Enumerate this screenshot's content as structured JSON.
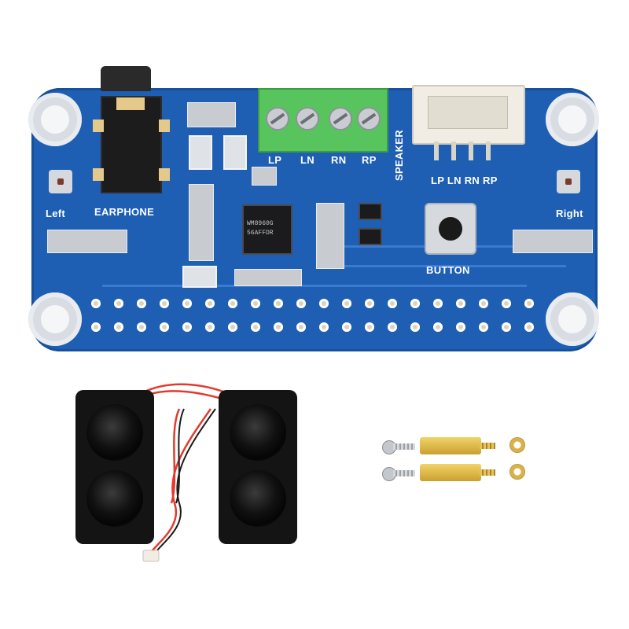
{
  "product": {
    "board_labels": {
      "left": "Left",
      "earphone": "EARPHONE",
      "right": "Right",
      "button": "BUTTON",
      "speaker": "SPEAKER",
      "terminal_lp": "LP",
      "terminal_ln": "LN",
      "terminal_rn": "RN",
      "terminal_rp": "RP",
      "connector_pins": "LP LN RN RP",
      "chip_line1": "WM8960G",
      "chip_line2": "56AFFDR"
    }
  },
  "colors": {
    "pcb": "#1e5fb4",
    "terminal_block": "#57c45e",
    "speaker_body": "#141414",
    "wire_red": "#e23b2e",
    "brass": "#d7b24a"
  }
}
